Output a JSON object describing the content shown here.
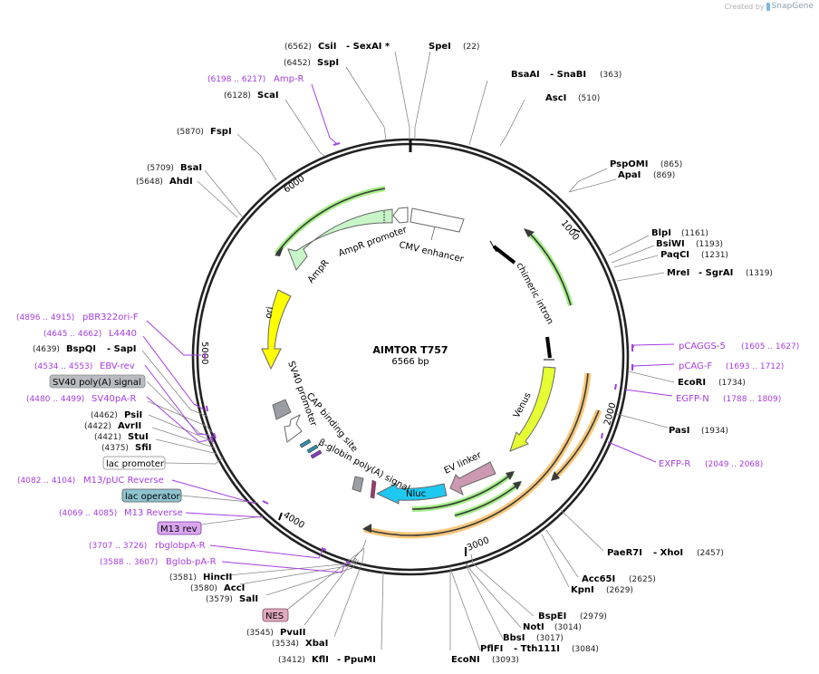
{
  "credit": {
    "prefix": "Created by",
    "brand": "SnapGene"
  },
  "plasmid": {
    "name": "AIMTOR T757",
    "length_label": "6566 bp",
    "length": 6566
  },
  "ticks": [
    "1000",
    "2000",
    "3000",
    "4000",
    "5000",
    "6000"
  ],
  "enzymes": [
    {
      "name": "CsiI",
      "pos": "(6562)",
      "extra": "- SexAI *"
    },
    {
      "name": "SpeI",
      "pos": "(22)"
    },
    {
      "name": "SspI",
      "pos": "(6452)"
    },
    {
      "name": "BsaAI",
      "pos": "(363)",
      "extra": "- SnaBI"
    },
    {
      "name": "AscI",
      "pos": "(510)"
    },
    {
      "name": "ScaI",
      "pos": "(6128)"
    },
    {
      "name": "FspI",
      "pos": "(5870)"
    },
    {
      "name": "PspOMI",
      "pos": "(865)"
    },
    {
      "name": "ApaI",
      "pos": "(869)"
    },
    {
      "name": "BsaI",
      "pos": "(5709)"
    },
    {
      "name": "AhdI",
      "pos": "(5648)"
    },
    {
      "name": "BlpI",
      "pos": "(1161)"
    },
    {
      "name": "BsiWI",
      "pos": "(1193)"
    },
    {
      "name": "PaqCI",
      "pos": "(1231)"
    },
    {
      "name": "MreI",
      "pos": "(1319)",
      "extra": "- SgrAI"
    },
    {
      "name": "EcoRI",
      "pos": "(1734)"
    },
    {
      "name": "PasI",
      "pos": "(1934)"
    },
    {
      "name": "PaeR7I",
      "pos": "(2457)",
      "extra": "- XhoI"
    },
    {
      "name": "Acc65I",
      "pos": "(2625)"
    },
    {
      "name": "KpnI",
      "pos": "(2629)"
    },
    {
      "name": "BspEI",
      "pos": "(2979)"
    },
    {
      "name": "NotI",
      "pos": "(3014)"
    },
    {
      "name": "BbsI",
      "pos": "(3017)"
    },
    {
      "name": "PflFI",
      "pos": "(3084)",
      "extra": "- Tth111I"
    },
    {
      "name": "EcoNI",
      "pos": "(3093)"
    },
    {
      "name": "KflI",
      "pos": "(3412)",
      "extra": "- PpuMI"
    },
    {
      "name": "XbaI",
      "pos": "(3534)"
    },
    {
      "name": "PvuII",
      "pos": "(3545)"
    },
    {
      "name": "SalI",
      "pos": "(3579)"
    },
    {
      "name": "AccI",
      "pos": "(3580)"
    },
    {
      "name": "HincII",
      "pos": "(3581)"
    },
    {
      "name": "BspQI",
      "pos": "(4639)",
      "extra": "- SapI"
    },
    {
      "name": "PsiI",
      "pos": "(4462)"
    },
    {
      "name": "AvrII",
      "pos": "(4422)"
    },
    {
      "name": "StuI",
      "pos": "(4421)"
    },
    {
      "name": "SfiI",
      "pos": "(4375)"
    }
  ],
  "primers": [
    {
      "name": "Amp-R",
      "pos": "(6198 .. 6217)"
    },
    {
      "name": "pCAGGS-5",
      "pos": "(1605 .. 1627)"
    },
    {
      "name": "pCAG-F",
      "pos": "(1693 .. 1712)"
    },
    {
      "name": "EGFP-N",
      "pos": "(1788 .. 1809)"
    },
    {
      "name": "EXFP-R",
      "pos": "(2049 .. 2068)"
    },
    {
      "name": "pBR322ori-F",
      "pos": "(4896 .. 4915)"
    },
    {
      "name": "L4440",
      "pos": "(4645 .. 4662)"
    },
    {
      "name": "EBV-rev",
      "pos": "(4534 .. 4553)"
    },
    {
      "name": "SV40pA-R",
      "pos": "(4480 .. 4499)"
    },
    {
      "name": "M13/pUC Reverse",
      "pos": "(4082 .. 4104)"
    },
    {
      "name": "M13 Reverse",
      "pos": "(4069 .. 4085)"
    },
    {
      "name": "rbglobpA-R",
      "pos": "(3707 .. 3726)"
    },
    {
      "name": "Bglob-pA-R",
      "pos": "(3588 .. 3607)"
    }
  ],
  "boxed_features": [
    {
      "name": "SV40 poly(A) signal",
      "color": "#b8bcc0"
    },
    {
      "name": "lac promoter",
      "color": "#ffffff"
    },
    {
      "name": "lac operator",
      "color": "#8fc3cf"
    },
    {
      "name": "M13 rev",
      "color": "#d9a6ef"
    },
    {
      "name": "NES",
      "color": "#e0a9bf"
    }
  ],
  "features": [
    {
      "name": "CMV enhancer",
      "color": "#ffffff"
    },
    {
      "name": "AmpR promoter",
      "color": "#ffffff"
    },
    {
      "name": "AmpR",
      "color": "#c8f5c8"
    },
    {
      "name": "chimeric intron",
      "color": "#000000"
    },
    {
      "name": "Venus",
      "color": "#e5ff33"
    },
    {
      "name": "EV linker",
      "color": "#cc99b2"
    },
    {
      "name": "Nluc",
      "color": "#1ec8f0"
    },
    {
      "name": "ori",
      "color": "#ffff00"
    },
    {
      "name": "SV40 promoter",
      "color": "#ffffff"
    },
    {
      "name": "CAP binding site",
      "color": "#2f8faa"
    },
    {
      "name": "β-globin poly(A) signal",
      "color": "#9a9ea3"
    }
  ],
  "colors": {
    "primer": "#a53de0",
    "orf_green": "#a6ef88",
    "orf_orange": "#f7c77a",
    "backbone": "#222222"
  }
}
